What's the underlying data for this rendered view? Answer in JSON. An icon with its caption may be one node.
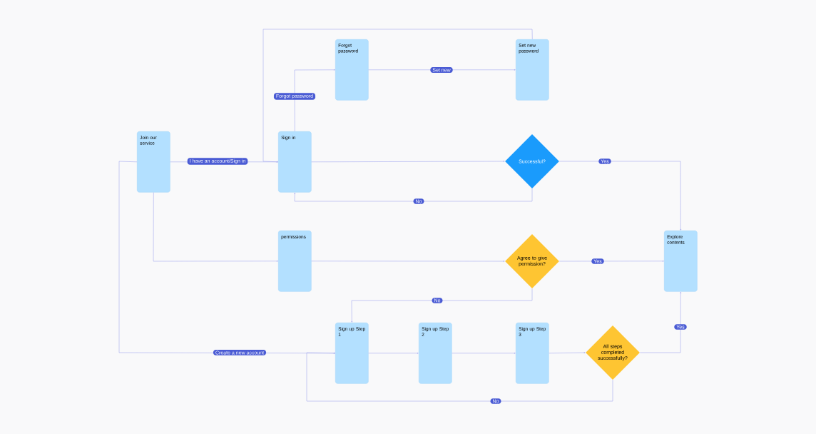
{
  "diagram": {
    "nodes": [
      {
        "text": [
          "Join our service"
        ]
      },
      {
        "text": [
          "Sign in"
        ]
      },
      {
        "text": [
          "Forgot password"
        ]
      },
      {
        "text": [
          "Set new password"
        ]
      },
      {
        "text": [
          "Successful?"
        ]
      },
      {
        "text": [
          "permissions"
        ]
      },
      {
        "text": [
          "Agree to give permission?"
        ]
      },
      {
        "text": [
          "Explore contents"
        ]
      },
      {
        "text": [
          "Sign up Step 1"
        ]
      },
      {
        "text": [
          "Sign up Step 2"
        ]
      },
      {
        "text": [
          "Sign up Step 3"
        ]
      },
      {
        "text": [
          "All steps completed successfully?"
        ]
      }
    ],
    "edges": [
      {
        "from": 0,
        "to": 1,
        "arrow": "to",
        "label": "I have an account/Sign in"
      },
      {
        "from": 1,
        "to": 2,
        "arrow": "to",
        "label": "Forgot password"
      },
      {
        "from": 2,
        "to": 3,
        "arrow": "to",
        "label": "Set new"
      },
      {
        "from": 3,
        "to": 1,
        "arrow": "to"
      },
      {
        "from": 1,
        "to": 4,
        "arrow": "to"
      },
      {
        "from": 4,
        "to": 7,
        "arrow": "to",
        "label": "Yes"
      },
      {
        "from": 4,
        "to": 1,
        "arrow": "to",
        "label": "No"
      },
      {
        "from": 0,
        "to": 5,
        "arrow": "to"
      },
      {
        "from": 5,
        "to": 6,
        "arrow": "to"
      },
      {
        "from": 6,
        "to": 7,
        "arrow": "to",
        "label": "Yes"
      },
      {
        "from": 6,
        "to": 8,
        "arrow": "to",
        "label": "No"
      },
      {
        "from": 0,
        "to": 8,
        "arrow": "to",
        "label": "Create a new account"
      },
      {
        "from": 8,
        "to": 9,
        "arrow": "to"
      },
      {
        "from": 9,
        "to": 10,
        "arrow": "to"
      },
      {
        "from": 10,
        "to": 11,
        "arrow": "to"
      },
      {
        "from": 11,
        "to": 7,
        "arrow": "to",
        "label": "Yes"
      },
      {
        "from": 11,
        "to": 8,
        "arrow": "to",
        "label": "No"
      }
    ]
  }
}
